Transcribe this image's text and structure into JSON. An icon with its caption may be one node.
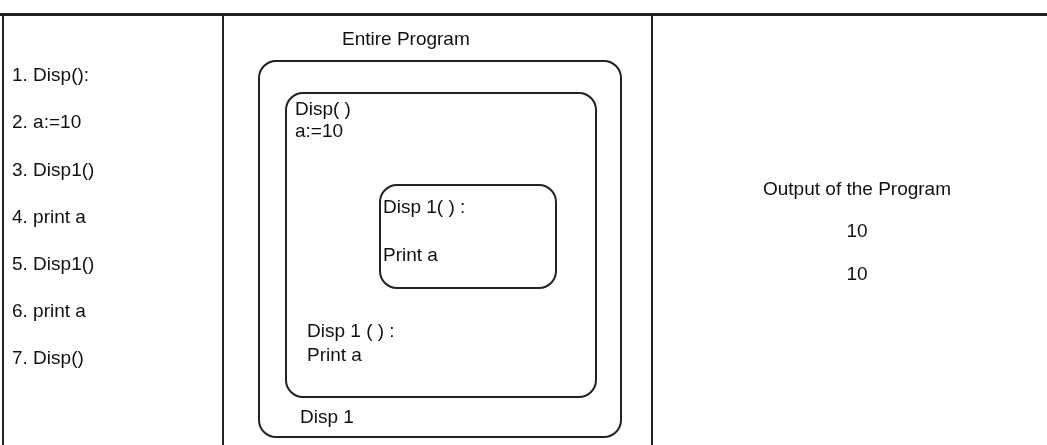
{
  "diagram": {
    "nodes": [
      {
        "text": [
          "Entire Program",
          "Disp 1"
        ]
      },
      {
        "text": [
          "Disp( )",
          "a:=10",
          "Disp 1 ( ) :",
          "Print a"
        ],
        "in": 0
      },
      {
        "text": [
          "Disp 1( ) :",
          "Print a"
        ],
        "in": 1
      }
    ],
    "labels": [
      "1. Disp():",
      "2. a:=10",
      "3. Disp1()",
      "4. print a",
      "5. Disp1()",
      "6. print a",
      "7. Disp()",
      "Output of the Program",
      "10",
      "10"
    ]
  }
}
